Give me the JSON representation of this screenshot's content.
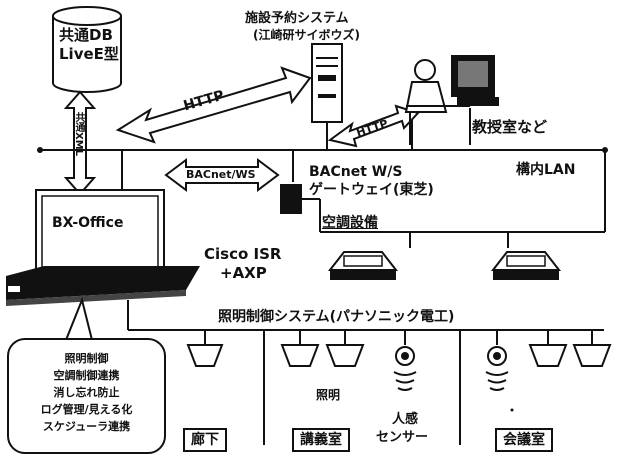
{
  "db": {
    "line1": "共通DB",
    "line2": "LiveE型"
  },
  "xml_link": "共通XML",
  "reservation": {
    "title": "施設予約システム",
    "sub": "(江崎研サイボウズ)"
  },
  "http_left": "HTTP",
  "http_right": "HTTP",
  "professor_room": "教授室など",
  "bacnet_ws_arrow": "BACnet/WS",
  "gateway": {
    "line1": "BACnet W/S",
    "line2": "ゲートウェイ(東芝)"
  },
  "campus_lan": "構内LAN",
  "bx_office": "BX-Office",
  "cisco": {
    "line1": "Cisco ISR",
    "line2": "+AXP"
  },
  "air_equipment": "空調設備",
  "lighting_system": "照明制御システム(パナソニック電工)",
  "features": [
    "照明制御",
    "空調制御連携",
    "消し忘れ防止",
    "ログ管理/見える化",
    "スケジューラ連携"
  ],
  "lighting_label": "照明",
  "sensor_label": {
    "line1": "人感",
    "line2": "センサー"
  },
  "rooms": {
    "corridor": "廊下",
    "lecture": "講義室",
    "meeting": "会議室"
  }
}
